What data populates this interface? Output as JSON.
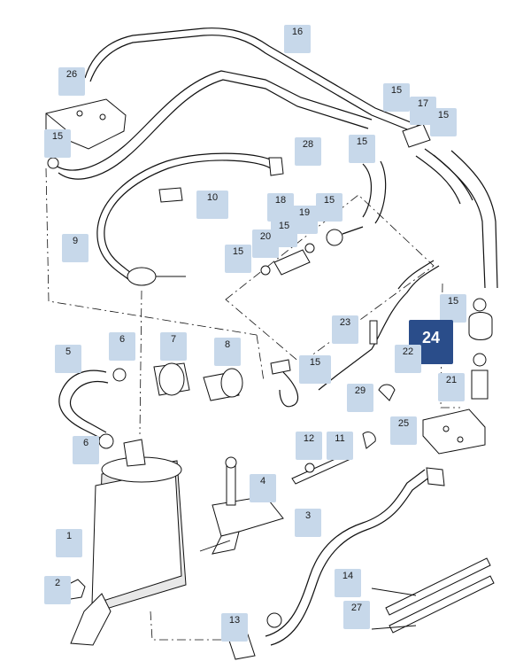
{
  "selected_part": "24",
  "callouts": [
    {
      "id": "c16",
      "label": "16"
    },
    {
      "id": "c26",
      "label": "26"
    },
    {
      "id": "c15a",
      "label": "15"
    },
    {
      "id": "c15b",
      "label": "15"
    },
    {
      "id": "c17",
      "label": "17"
    },
    {
      "id": "c15c",
      "label": "15"
    },
    {
      "id": "c15d",
      "label": "15"
    },
    {
      "id": "c28",
      "label": "28"
    },
    {
      "id": "c10",
      "label": "10"
    },
    {
      "id": "c18",
      "label": "18"
    },
    {
      "id": "c19",
      "label": "19"
    },
    {
      "id": "c15e",
      "label": "15"
    },
    {
      "id": "c15f",
      "label": "15"
    },
    {
      "id": "c20",
      "label": "20"
    },
    {
      "id": "c9",
      "label": "9"
    },
    {
      "id": "c15g",
      "label": "15"
    },
    {
      "id": "c15h",
      "label": "15"
    },
    {
      "id": "c23",
      "label": "23"
    },
    {
      "id": "c24",
      "label": "24"
    },
    {
      "id": "c22",
      "label": "22"
    },
    {
      "id": "c5",
      "label": "5"
    },
    {
      "id": "c6a",
      "label": "6"
    },
    {
      "id": "c7",
      "label": "7"
    },
    {
      "id": "c8",
      "label": "8"
    },
    {
      "id": "c15i",
      "label": "15"
    },
    {
      "id": "c21",
      "label": "21"
    },
    {
      "id": "c29",
      "label": "29"
    },
    {
      "id": "c25",
      "label": "25"
    },
    {
      "id": "c6b",
      "label": "6"
    },
    {
      "id": "c12",
      "label": "12"
    },
    {
      "id": "c11",
      "label": "11"
    },
    {
      "id": "c4",
      "label": "4"
    },
    {
      "id": "c3",
      "label": "3"
    },
    {
      "id": "c1",
      "label": "1"
    },
    {
      "id": "c2",
      "label": "2"
    },
    {
      "id": "c14",
      "label": "14"
    },
    {
      "id": "c27",
      "label": "27"
    },
    {
      "id": "c13",
      "label": "13"
    }
  ]
}
